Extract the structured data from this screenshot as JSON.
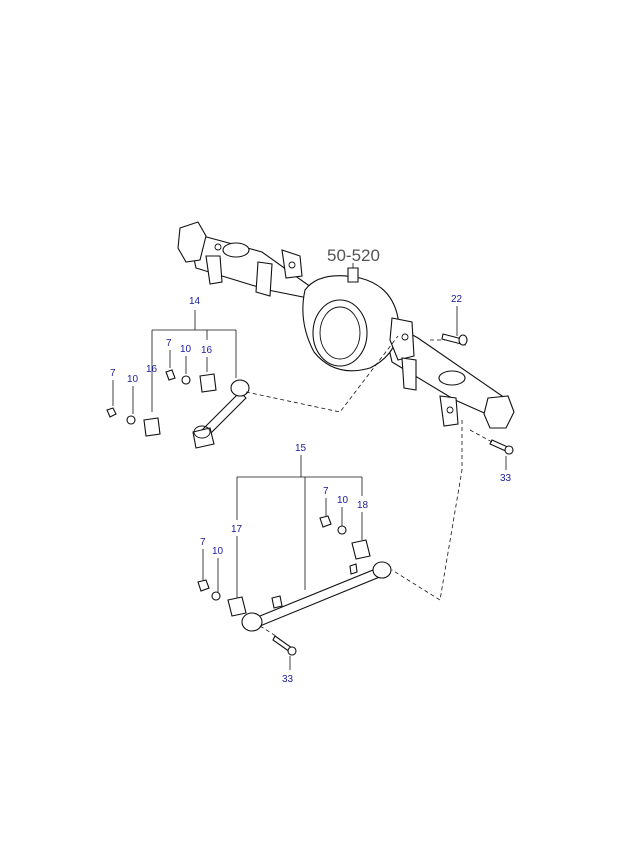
{
  "colors": {
    "callout": "#1a1aa0",
    "reference": "#555555",
    "line": "#111111"
  },
  "reference_label": "50-520",
  "callouts": {
    "c14": "14",
    "c7a": "7",
    "c10a": "10",
    "c16a": "16",
    "c7b": "7",
    "c10b": "10",
    "c16b": "16",
    "c22": "22",
    "c33a": "33",
    "c15": "15",
    "c7c": "7",
    "c10c": "10",
    "c18": "18",
    "c17": "17",
    "c7d": "7",
    "c10d": "10",
    "c33b": "33"
  }
}
